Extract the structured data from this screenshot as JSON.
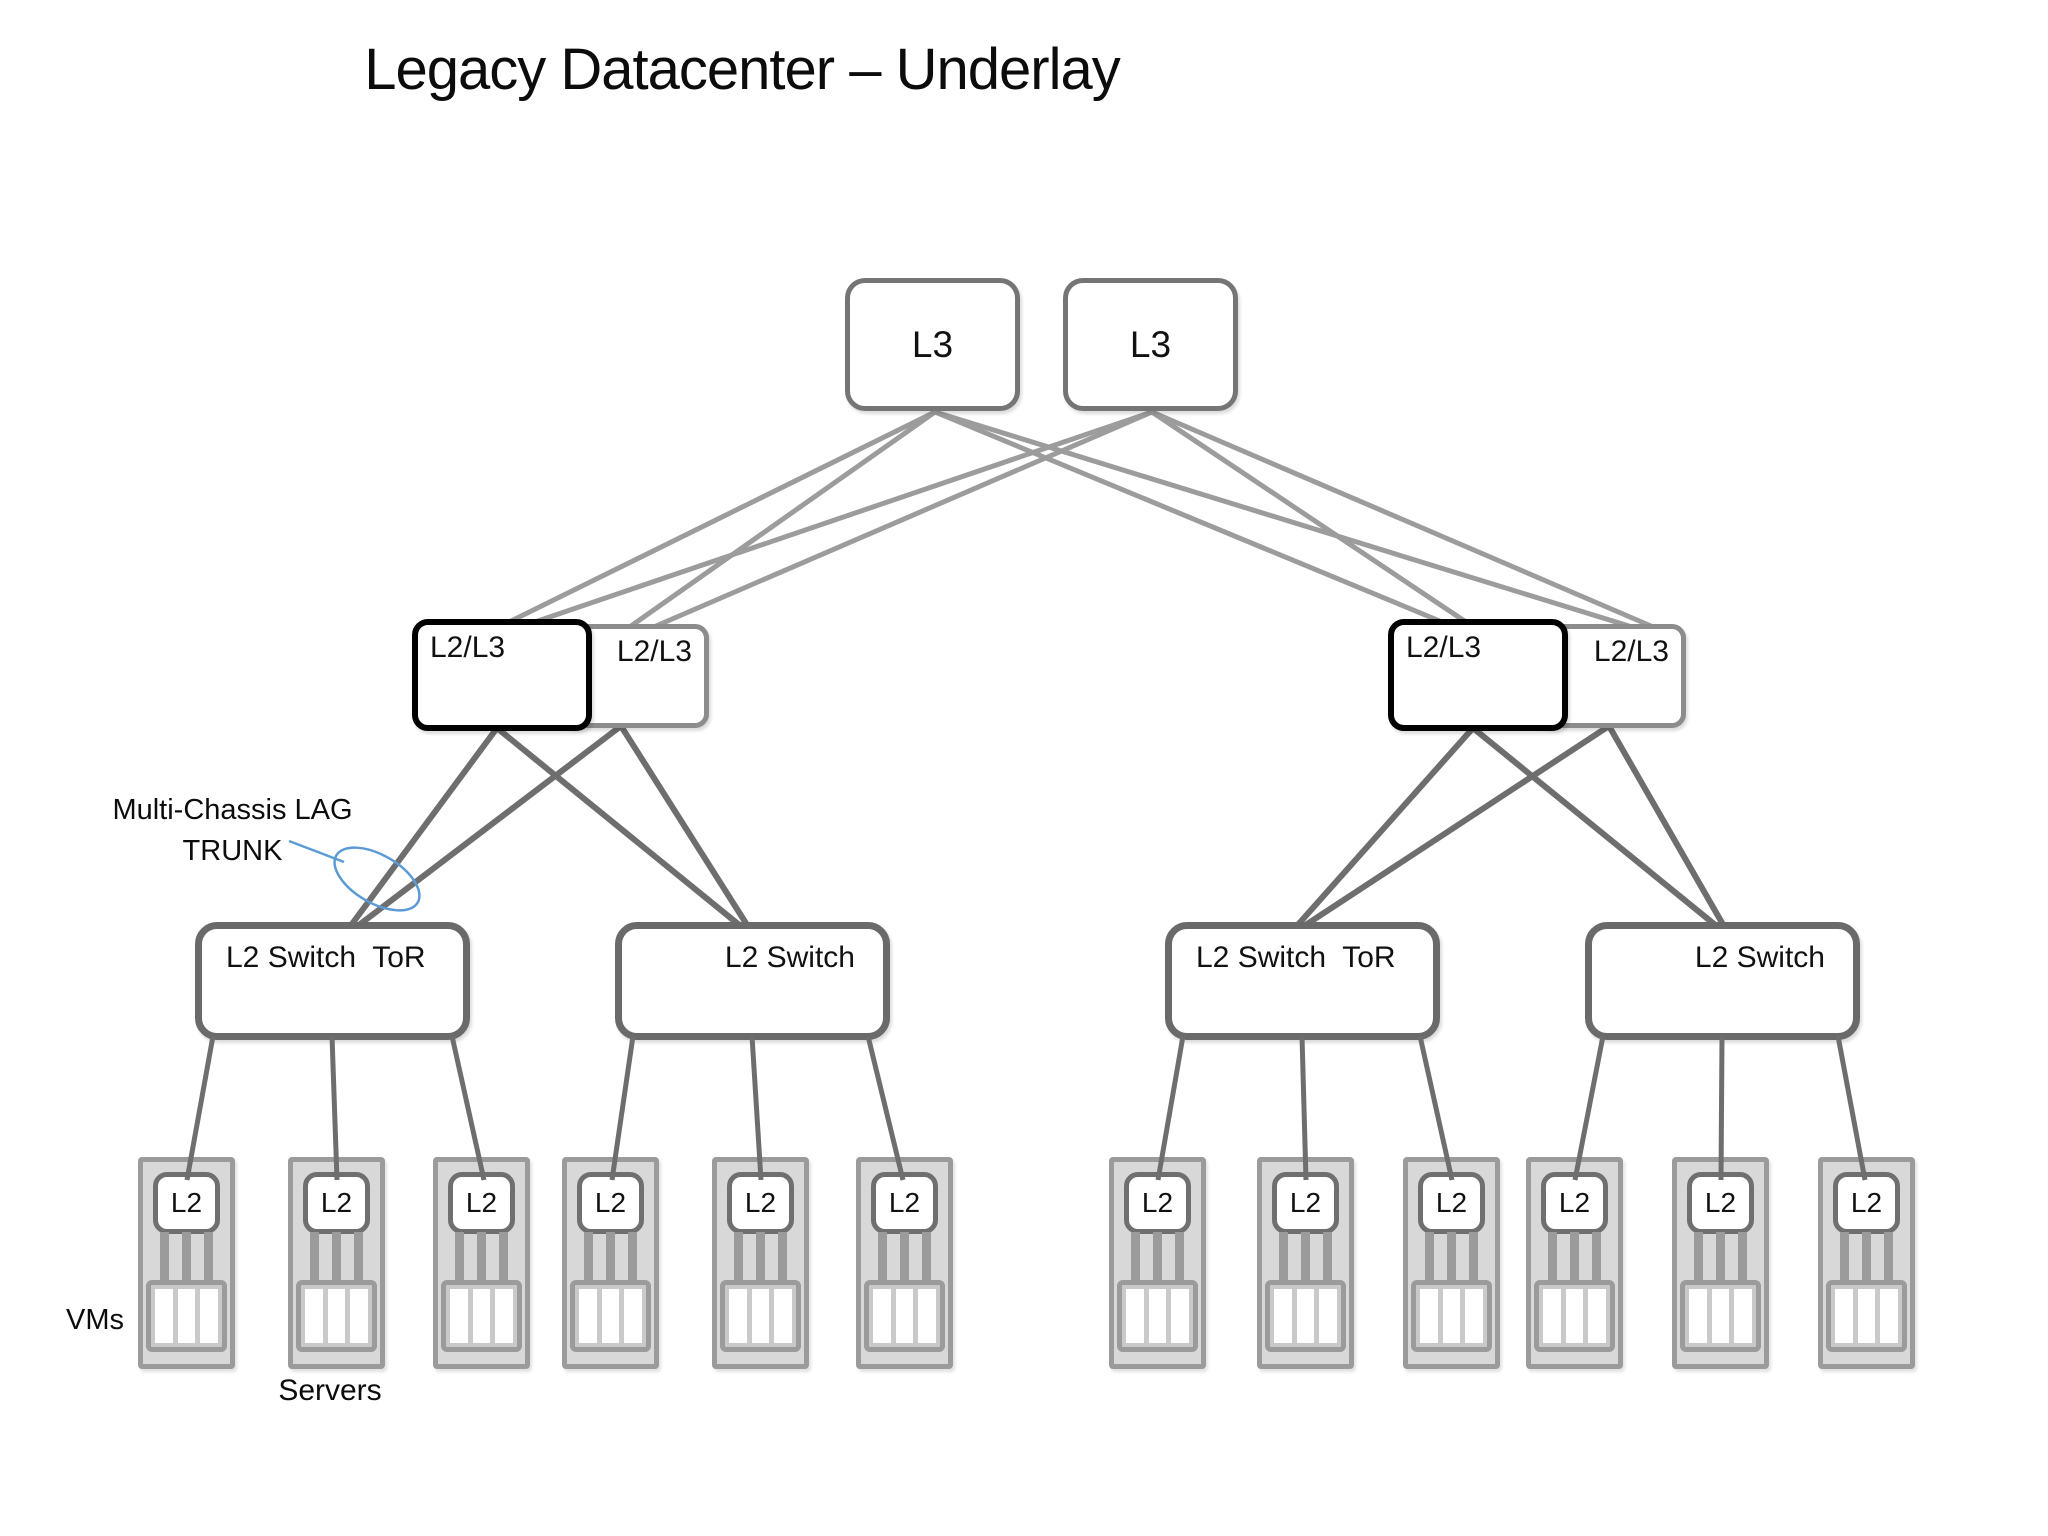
{
  "title": "Legacy Datacenter – Underlay",
  "layers": {
    "core": {
      "nodes": [
        {
          "label": "L3"
        },
        {
          "label": "L3"
        }
      ]
    },
    "aggregation": {
      "nodes": [
        {
          "label": "L2/L3",
          "emphasis": "black-border"
        },
        {
          "label": "L2/L3",
          "emphasis": "gray-border"
        },
        {
          "label": "L2/L3",
          "emphasis": "black-border"
        },
        {
          "label": "L2/L3",
          "emphasis": "gray-border"
        }
      ]
    },
    "access": {
      "nodes": [
        {
          "label": "L2 Switch  ToR"
        },
        {
          "label": "L2 Switch"
        },
        {
          "label": "L2 Switch  ToR"
        },
        {
          "label": "L2 Switch"
        }
      ]
    },
    "servers": {
      "l2_label": "L2",
      "count": 12,
      "vms_per_server": 3
    }
  },
  "annotations": {
    "lag_line1": "Multi-Chassis LAG",
    "lag_line2": "TRUNK",
    "vms_label": "VMs",
    "servers_label": "Servers"
  },
  "colors": {
    "link_light": "#9c9c9c",
    "link_dark": "#6e6e6e",
    "annotation_blue": "#5b9bd5",
    "box_border_gray": "#757575",
    "box_border_black": "#000000"
  }
}
